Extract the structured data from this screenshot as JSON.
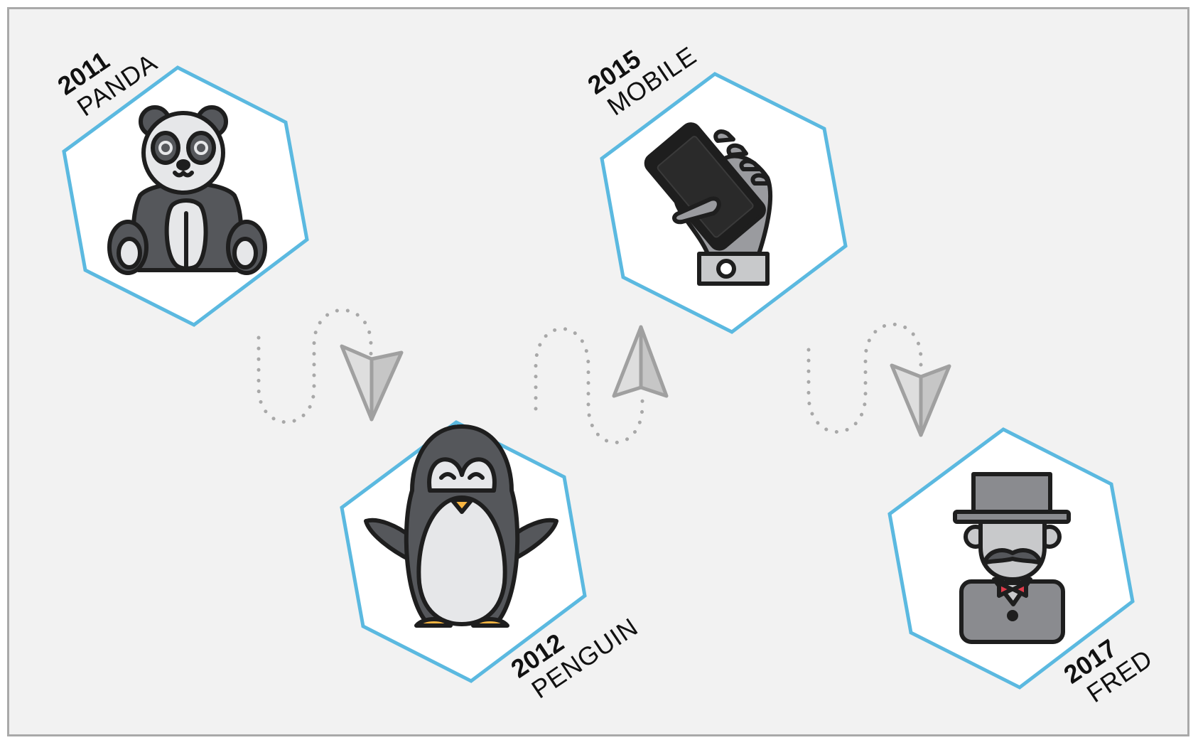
{
  "milestones": [
    {
      "year": "2011",
      "name": "PANDA",
      "icon": "panda-icon"
    },
    {
      "year": "2012",
      "name": "PENGUIN",
      "icon": "penguin-icon"
    },
    {
      "year": "2015",
      "name": "MOBILE",
      "icon": "mobile-hand-icon"
    },
    {
      "year": "2017",
      "name": "FRED",
      "icon": "gentleman-icon"
    }
  ],
  "colors": {
    "hex_border": "#5bb9e0",
    "background": "#f2f2f2",
    "connector": "#a8a8a8"
  }
}
